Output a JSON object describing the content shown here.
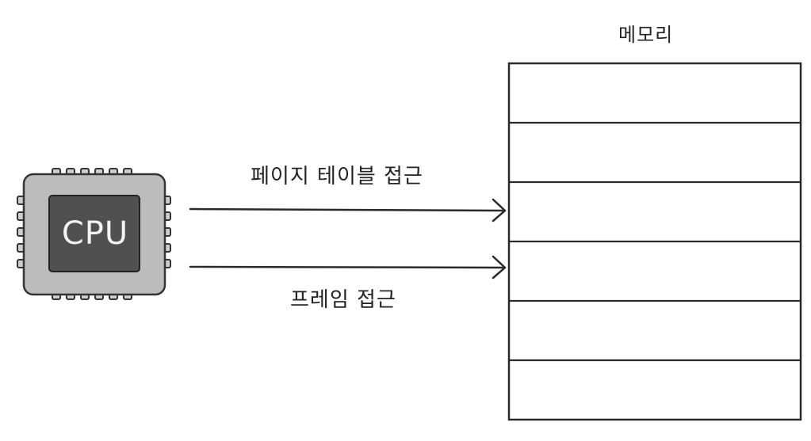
{
  "cpu": {
    "label": "CPU",
    "body_color": "#bcbcbc",
    "die_color": "#505050"
  },
  "memory": {
    "title": "메모리",
    "slot_count": 6
  },
  "arrows": {
    "page_table_access": "페이지 테이블 접근",
    "frame_access": "프레임 접근"
  }
}
